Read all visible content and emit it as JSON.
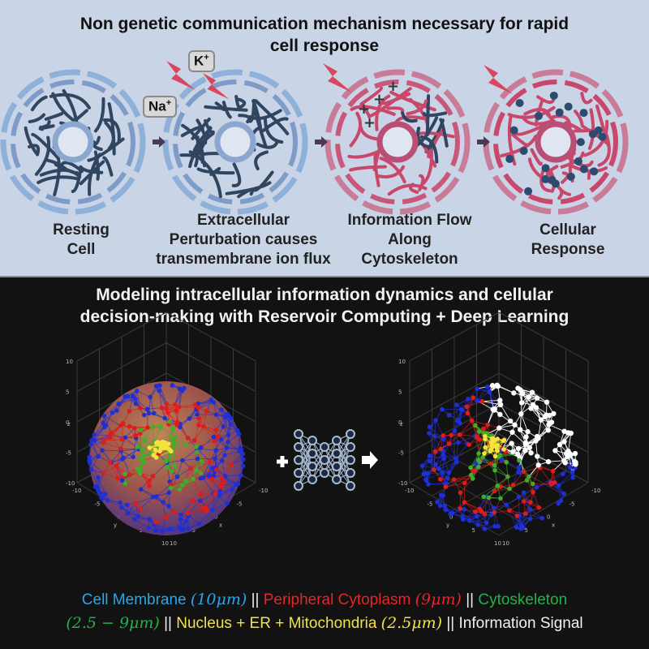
{
  "top_title": "Non genetic communication mechanism necessary for rapid cell response",
  "top_title_lines": [
    "Non genetic communication mechanism necessary for rapid",
    "cell response"
  ],
  "ions": {
    "k": "K",
    "k_sup": "+",
    "na": "Na",
    "na_sup": "+"
  },
  "stages": [
    {
      "lines": [
        "Resting",
        "Cell"
      ]
    },
    {
      "lines": [
        "Extracellular",
        "Perturbation causes",
        "transmembrane ion flux"
      ]
    },
    {
      "lines": [
        "Information Flow",
        "Along",
        "Cytoskeleton"
      ]
    },
    {
      "lines": [
        "Cellular",
        "Response"
      ]
    }
  ],
  "bottom_title_lines": [
    "Modeling intracellular information dynamics and cellular",
    "decision-making with Reservoir Computing + Deep Learning"
  ],
  "legend": [
    {
      "text": "Cell Membrane",
      "math": "(10μm)",
      "color": "#2aa7e8"
    },
    {
      "text": "Peripheral Cytoplasm",
      "math": "(9μm)",
      "color": "#e8232a"
    },
    {
      "text": "Cytoskeleton",
      "math": "(2.5 − 9μm)",
      "color": "#22b14c"
    },
    {
      "text": "Nucleus + ER + Mitochondria",
      "math": "(2.5μm)",
      "color": "#f2e14a"
    },
    {
      "text": "Information Signal",
      "math": "",
      "color": "#f2f2f2"
    }
  ],
  "legend_separator": "||",
  "axis_ticks": [
    "10",
    "5",
    "0",
    "-5",
    "-10"
  ],
  "axis_names": [
    "x",
    "y",
    "z"
  ],
  "colors": {
    "membrane_blue": "#7d9cc7",
    "cytoskeleton_dark": "#2f4560",
    "cytoskeleton_active": "#c8476a",
    "nucleus_fill": "#dfe6f1",
    "arrow": "#4a3a55",
    "bolt": "#d9465f",
    "node_blue": "#1f2fd6",
    "node_red": "#e01b1b",
    "node_green": "#3fae2a",
    "node_yellow": "#f5e23a",
    "node_white": "#ffffff"
  }
}
